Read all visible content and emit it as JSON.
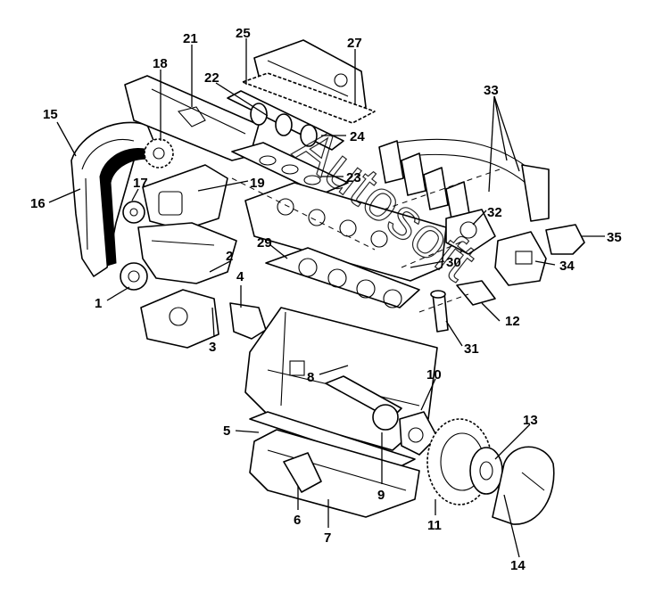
{
  "callouts": [
    "1",
    "2",
    "3",
    "4",
    "5",
    "6",
    "7",
    "8",
    "9",
    "10",
    "11",
    "12",
    "13",
    "14",
    "15",
    "16",
    "17",
    "18",
    "19",
    "21",
    "22",
    "23",
    "24",
    "25",
    "27",
    "29",
    "30",
    "31",
    "32",
    "33",
    "34",
    "35"
  ],
  "watermark": "Autosoft"
}
